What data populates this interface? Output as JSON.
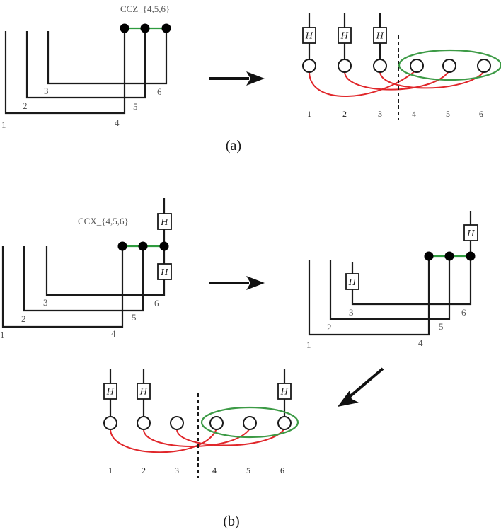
{
  "panel_a": {
    "gate_label": "CCZ_{4,5,6}",
    "wire_labels": [
      "1",
      "2",
      "3",
      "4",
      "5",
      "6"
    ],
    "hadamard": "H",
    "qubit_numbers": [
      "1",
      "2",
      "3",
      "4",
      "5",
      "6"
    ],
    "caption": "(a)"
  },
  "panel_b": {
    "gate_label": "CCX_{4,5,6}",
    "wire_labels": [
      "1",
      "2",
      "3",
      "4",
      "5",
      "6"
    ],
    "hadamard": "H",
    "qubit_numbers": [
      "1",
      "2",
      "3",
      "4",
      "5",
      "6"
    ],
    "caption": "(b)"
  },
  "colors": {
    "gate_green": "#2e9b3e",
    "edge_red": "#e0262a",
    "wire_black": "#1a1a1a"
  }
}
